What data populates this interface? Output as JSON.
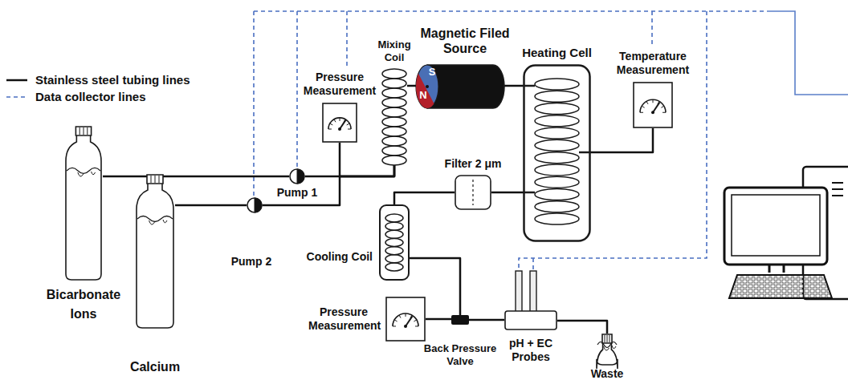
{
  "diagram": {
    "nodes": [
      {
        "text": [
          "Bicarbonate Ions"
        ]
      },
      {
        "text": [
          "Calcium"
        ]
      },
      {
        "text": [
          "Pump 1"
        ]
      },
      {
        "text": [
          "Pump 2"
        ]
      },
      {
        "text": [
          "Pressure Measurement"
        ]
      },
      {
        "text": [
          "Mixing Coil"
        ]
      },
      {
        "text": [
          "Magnetic Filed Source",
          "S",
          "N"
        ]
      },
      {
        "text": [
          "Heating Cell"
        ]
      },
      {
        "text": [
          "Temperature Measurement"
        ]
      },
      {
        "text": [
          "Filter 2 μm"
        ]
      },
      {
        "text": [
          "Cooling Coil"
        ]
      },
      {
        "text": [
          "Pressure Measurement"
        ]
      },
      {
        "text": [
          "Back Pressure Valve"
        ]
      },
      {
        "text": [
          "pH + EC Probes"
        ]
      },
      {
        "text": [
          "Waste"
        ]
      }
    ],
    "edges": [
      {
        "from": 0,
        "to": 2,
        "arrow": "none"
      },
      {
        "from": 2,
        "to": 5,
        "arrow": "none"
      },
      {
        "from": 1,
        "to": 3,
        "arrow": "none"
      },
      {
        "from": 3,
        "to": 5,
        "arrow": "none"
      },
      {
        "from": 4,
        "to": 5,
        "arrow": "none"
      },
      {
        "from": 5,
        "to": 6,
        "arrow": "none"
      },
      {
        "from": 6,
        "to": 7,
        "arrow": "none"
      },
      {
        "from": 7,
        "to": 8,
        "arrow": "none"
      },
      {
        "from": 7,
        "to": 9,
        "arrow": "none"
      },
      {
        "from": 9,
        "to": 10,
        "arrow": "none"
      },
      {
        "from": 10,
        "to": 12,
        "arrow": "none"
      },
      {
        "from": 11,
        "to": 12,
        "arrow": "none"
      },
      {
        "from": 12,
        "to": 13,
        "arrow": "none"
      },
      {
        "from": 13,
        "to": 14,
        "arrow": "none"
      }
    ],
    "legend": [
      {
        "text": "Stainless steel tubing lines"
      },
      {
        "text": "Data collector lines"
      }
    ]
  }
}
